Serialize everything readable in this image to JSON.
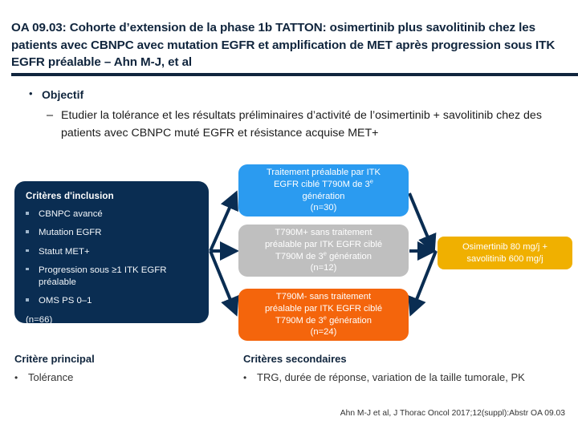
{
  "slide": {
    "title": "OA 09.03: Cohorte d’extension de la phase 1b TATTON: osimertinib plus savolitinib chez les patients avec CBNPC avec mutation EGFR et amplification de MET après progression sous ITK EGFR préalable – Ahn M-J, et al",
    "citation": "Ahn M-J et al, J Thorac Oncol 2017;12(suppl):Abstr OA 09.03"
  },
  "objective": {
    "bullet": "•",
    "heading": "Objectif",
    "dash": "–",
    "text": "Etudier la tolérance et les résultats préliminaires d’activité de l’osimertinib + savolitinib chez des patients avec CBNPC muté EGFR et résistance acquise MET+"
  },
  "inclusion": {
    "title": "Critères d'inclusion",
    "items": [
      "CBNPC avancé",
      "Mutation EGFR",
      "Statut MET+",
      "Progression sous ≥1 ITK EGFR préalable",
      "OMS PS 0–1"
    ],
    "total": "(n=66)"
  },
  "arms": [
    {
      "id": "prior-t790m-tki",
      "line1": "Traitement préalable par ITK",
      "line2_a": "EGFR ciblé T790M de 3",
      "line2_sup": "e",
      "line3": "génération",
      "count": "(n=30)",
      "color": "#2b9bf0"
    },
    {
      "id": "t790m-positive",
      "line1": "T790M+ sans traitement",
      "line2_a": "préalable par ITK EGFR ciblé",
      "line2_sup": "",
      "line3_a": "T790M de 3",
      "line3_sup": "e",
      "line3_b": " génération",
      "count": "(n=12)",
      "color": "#bfbfbf"
    },
    {
      "id": "t790m-negative",
      "line1": "T790M- sans traitement",
      "line2_a": "préalable par ITK EGFR ciblé",
      "line3_a": "T790M de 3",
      "line3_sup": "e",
      "line3_b": " génération",
      "count": "(n=24)",
      "color": "#f4650c"
    }
  ],
  "treatment": {
    "line1": "Osimertinib 80 mg/j +",
    "line2": "savolitinib 600 mg/j",
    "color": "#f0b000"
  },
  "criteria_primary": {
    "heading": "Critère principal",
    "bullet": "•",
    "items": [
      "Tolérance"
    ]
  },
  "criteria_secondary": {
    "heading": "Critères secondaires",
    "bullet": "•",
    "items": [
      "TRG, durée de réponse, variation de la taille tumorale, PK"
    ]
  }
}
